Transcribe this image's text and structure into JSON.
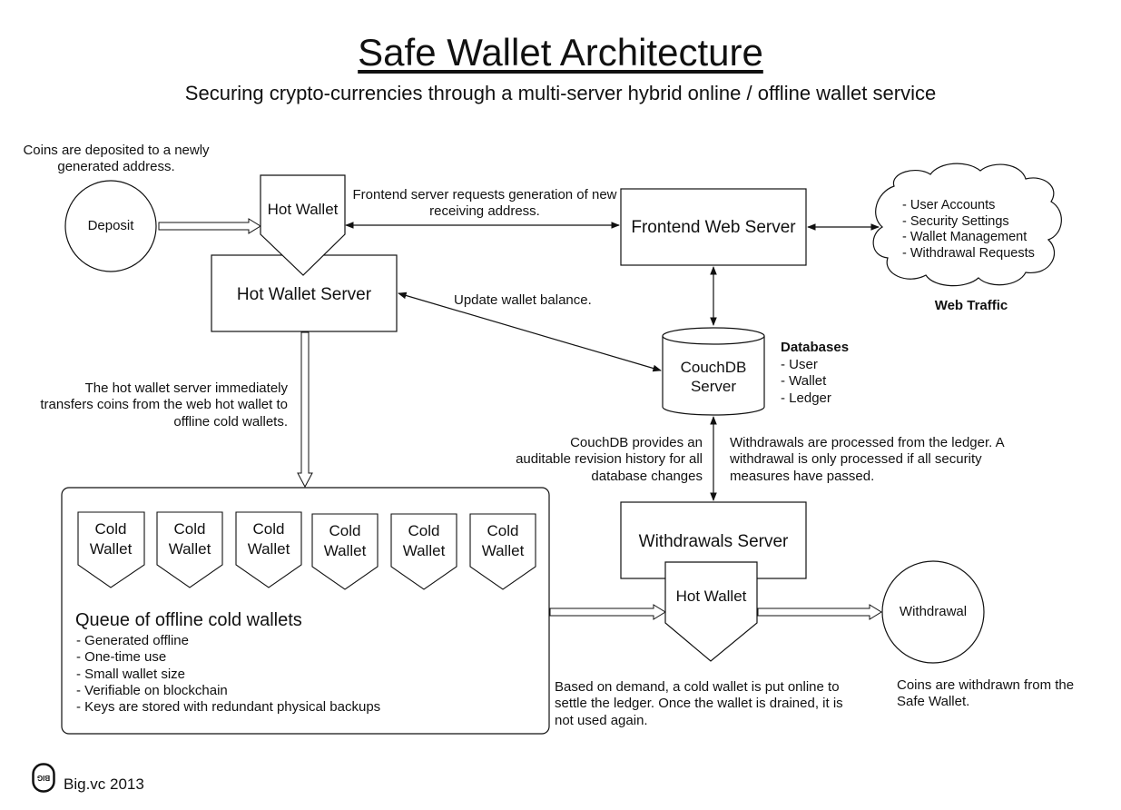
{
  "title": "Safe Wallet Architecture",
  "subtitle": "Securing crypto-currencies through a multi-server hybrid online / offline wallet service",
  "deposit": {
    "note": "Coins are deposited to a newly generated address.",
    "label": "Deposit"
  },
  "hot_wallet_top": {
    "label": "Hot Wallet"
  },
  "hot_wallet_server": {
    "label": "Hot Wallet Server"
  },
  "frontend_request_note": "Frontend server requests generation of new receiving address.",
  "frontend_server": {
    "label": "Frontend Web Server"
  },
  "web_traffic": {
    "items": [
      "- User Accounts",
      "- Security Settings",
      "- Wallet Management",
      "- Withdrawal Requests"
    ],
    "label": "Web Traffic"
  },
  "update_balance_note": "Update wallet balance.",
  "couchdb": {
    "label_line1": "CouchDB",
    "label_line2": "Server"
  },
  "databases": {
    "heading": "Databases",
    "items": [
      "- User",
      "- Wallet",
      "- Ledger"
    ]
  },
  "transfer_note": "The hot wallet server immediately transfers coins from the web hot wallet to offline cold wallets.",
  "couchdb_note": "CouchDB provides an auditable revision history for all database changes",
  "withdrawals_note": "Withdrawals are processed from the ledger. A withdrawal is only processed if all security measures have passed.",
  "cold_queue": {
    "wallet_label_line1": "Cold",
    "wallet_label_line2": "Wallet",
    "heading": "Queue of offline cold wallets",
    "items": [
      "- Generated offline",
      "- One-time use",
      "- Small wallet size",
      "- Verifiable on blockchain",
      "- Keys are stored with redundant physical backups"
    ]
  },
  "withdrawals_server": {
    "label": "Withdrawals Server"
  },
  "hot_wallet_bottom": {
    "label": "Hot Wallet"
  },
  "withdrawal": {
    "label": "Withdrawal",
    "note": "Coins are withdrawn from the Safe Wallet."
  },
  "demand_note": "Based on demand, a cold wallet is put online to settle the ledger. Once the wallet is drained, it is not used again.",
  "footer": {
    "label": "Big.vc 2013",
    "logo_text": "BIG"
  },
  "colors": {
    "line": "#111111",
    "fill": "#ffffff",
    "pipe_fill": "#ffffff"
  }
}
